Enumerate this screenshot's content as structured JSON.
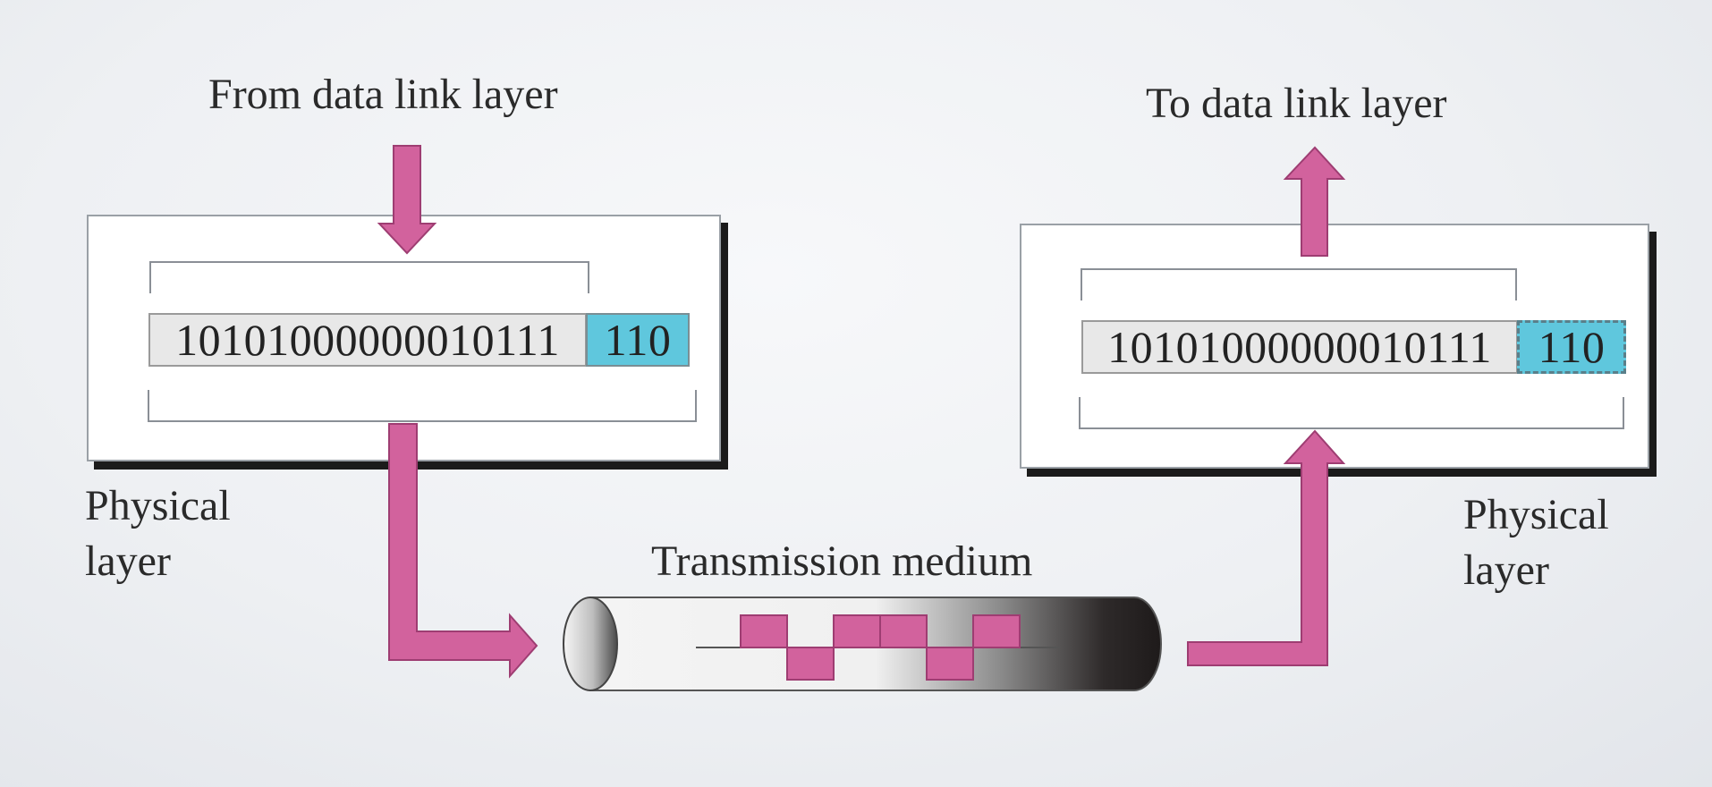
{
  "labels": {
    "from_data_link": "From data link layer",
    "to_data_link": "To data link layer",
    "physical_layer_left_1": "Physical",
    "physical_layer_left_2": "layer",
    "physical_layer_right_1": "Physical",
    "physical_layer_right_2": "layer",
    "transmission_medium": "Transmission medium"
  },
  "sender": {
    "data_bits": "10101000000010111",
    "crc_bits": "110"
  },
  "receiver": {
    "data_bits": "10101000000010111",
    "crc_bits": "110"
  },
  "signal_bits": [
    1,
    0,
    1,
    1,
    0,
    1
  ],
  "colors": {
    "arrow": "#d2629d",
    "arrow_border": "#9e3d72",
    "crc_fill": "#5fc7dd",
    "box_shadow": "#1b1b1b"
  }
}
